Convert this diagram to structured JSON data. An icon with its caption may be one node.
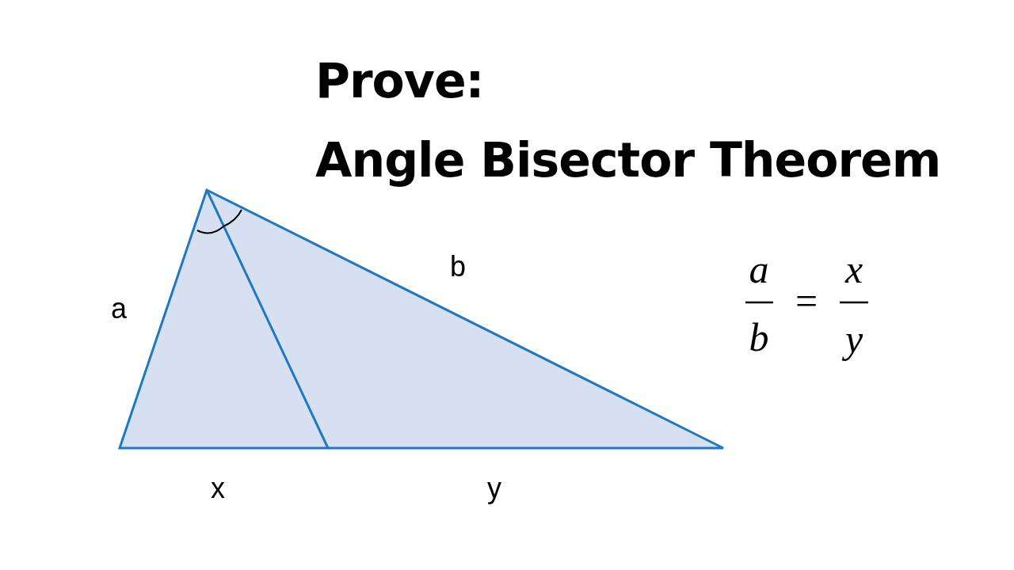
{
  "diagram": {
    "title": "Prove: Angle Bisector Theorem",
    "labels": [
      "b",
      "a",
      "x",
      "y",
      "a",
      "b",
      "=",
      "x",
      "y"
    ]
  }
}
